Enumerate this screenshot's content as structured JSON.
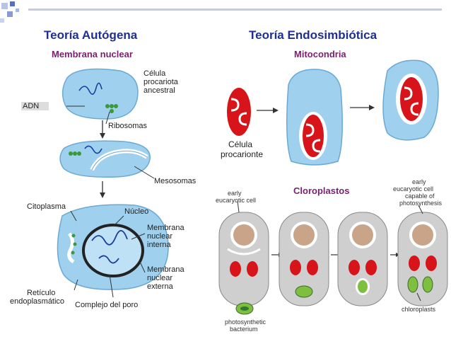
{
  "left": {
    "title": "Teoría Autógena",
    "subtitle": "Membrana nuclear",
    "labels": {
      "celula": "Célula",
      "procariota": "procariota",
      "ancestral": "ancestral",
      "adn": "ADN",
      "ribosomas": "Ribosomas",
      "mesosomas": "Mesosomas",
      "citoplasma": "Citoplasma",
      "nucleo": "Núcleo",
      "membrana1": "Membrana",
      "nuclear1": "nuclear",
      "interna": "interna",
      "membrana2": "Membrana",
      "nuclear2": "nuclear",
      "externa": "externa",
      "reticulo": "Retículo",
      "endoplasmatico": "endoplasmático",
      "complejo": "Complejo del poro"
    }
  },
  "right": {
    "title": "Teoría Endosimbiótica",
    "subtitle_mito": "Mitocondria",
    "subtitle_cloro": "Cloroplastos",
    "labels": {
      "celula": "Célula",
      "procarionte": "procarionte",
      "early1": "early",
      "eucaryotic1": "eucaryotic cell",
      "early2": "early",
      "eucaryotic2": "eucaryotic cell",
      "capable": "capable of",
      "photosynthesis": "photosynthesis",
      "chloroplasts": "chloroplasts",
      "photosynthetic": "photosynthetic",
      "bacterium": "bacterium"
    }
  },
  "colors": {
    "title": "#1f2f8f",
    "subtitle": "#7a1f6e",
    "cell_blue": "#9fd0ee",
    "mito_red": "#d8141b",
    "chloro_green": "#3a9a3a",
    "nucleus_tan": "#c9a489"
  }
}
